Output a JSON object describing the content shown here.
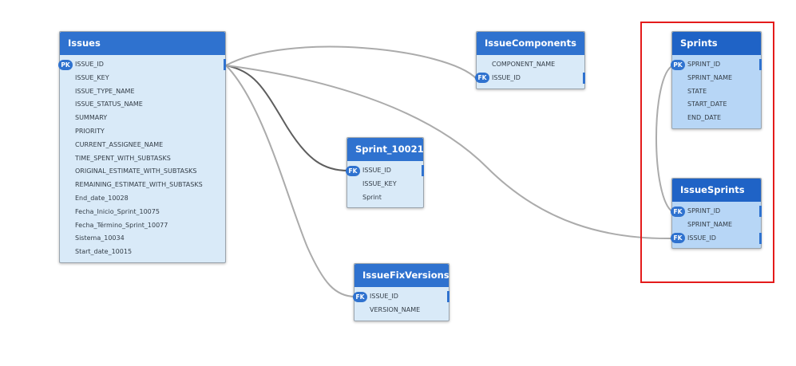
{
  "tables": {
    "issues": {
      "title": "Issues",
      "columns": [
        {
          "name": "ISSUE_ID",
          "key": "PK"
        },
        {
          "name": "ISSUE_KEY"
        },
        {
          "name": "ISSUE_TYPE_NAME"
        },
        {
          "name": "ISSUE_STATUS_NAME"
        },
        {
          "name": "SUMMARY"
        },
        {
          "name": "PRIORITY"
        },
        {
          "name": "CURRENT_ASSIGNEE_NAME"
        },
        {
          "name": "TIME_SPENT_WITH_SUBTASKS"
        },
        {
          "name": "ORIGINAL_ESTIMATE_WITH_SUBTASKS"
        },
        {
          "name": "REMAINING_ESTIMATE_WITH_SUBTASKS"
        },
        {
          "name": "End_date_10028"
        },
        {
          "name": "Fecha_Inicio_Sprint_10075"
        },
        {
          "name": "Fecha_Término_Sprint_10077"
        },
        {
          "name": "Sistema_10034"
        },
        {
          "name": "Start_date_10015"
        }
      ]
    },
    "issue_components": {
      "title": "IssueComponents",
      "columns": [
        {
          "name": "COMPONENT_NAME"
        },
        {
          "name": "ISSUE_ID",
          "key": "FK"
        }
      ]
    },
    "sprint_10021": {
      "title": "Sprint_10021",
      "columns": [
        {
          "name": "ISSUE_ID",
          "key": "FK"
        },
        {
          "name": "ISSUE_KEY"
        },
        {
          "name": "Sprint"
        }
      ]
    },
    "issue_fix_versions": {
      "title": "IssueFixVersions",
      "columns": [
        {
          "name": "ISSUE_ID",
          "key": "FK"
        },
        {
          "name": "VERSION_NAME"
        }
      ]
    },
    "sprints": {
      "title": "Sprints",
      "columns": [
        {
          "name": "SPRINT_ID",
          "key": "PK"
        },
        {
          "name": "SPRINT_NAME"
        },
        {
          "name": "STATE"
        },
        {
          "name": "START_DATE"
        },
        {
          "name": "END_DATE"
        }
      ]
    },
    "issue_sprints": {
      "title": "IssueSprints",
      "columns": [
        {
          "name": "SPRINT_ID",
          "key": "FK"
        },
        {
          "name": "SPRINT_NAME"
        },
        {
          "name": "ISSUE_ID",
          "key": "FK"
        }
      ]
    }
  },
  "colors": {
    "header": "#2f72cf",
    "table_body": "#d9eaf8",
    "selected_body": "#b7d6f6",
    "relationship_light": "#ababab",
    "relationship_dark": "#5e5e5e",
    "highlight_box": "#e41b1b"
  }
}
